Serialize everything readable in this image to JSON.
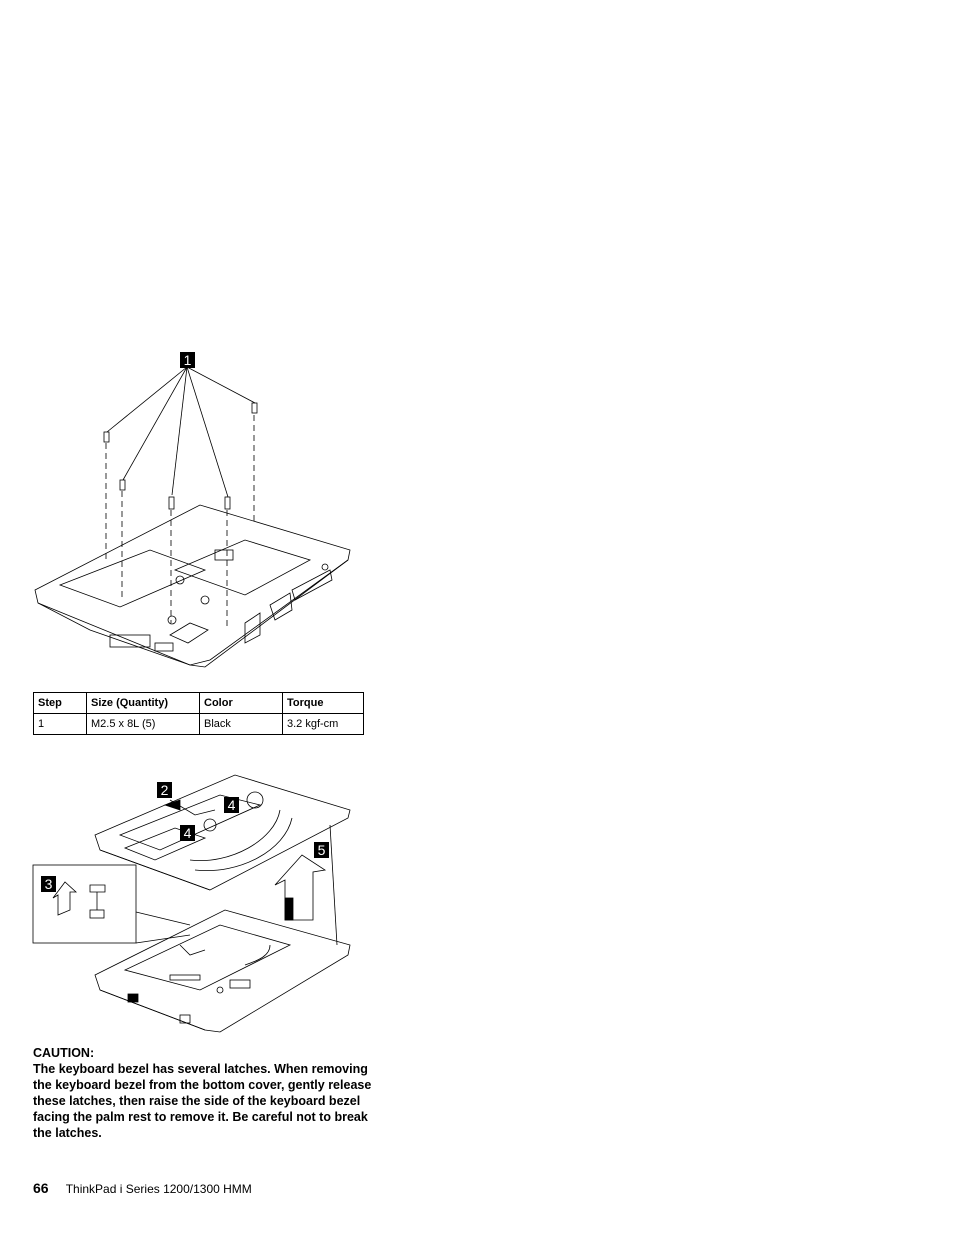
{
  "figure1": {
    "callout_1": "1"
  },
  "screw_table": {
    "headers": [
      "Step",
      "Size (Quantity)",
      "Color",
      "Torque"
    ],
    "rows": [
      [
        "1",
        "M2.5 x 8L (5)",
        "Black",
        "3.2 kgf-cm"
      ]
    ]
  },
  "figure2": {
    "callout_2": "2",
    "callout_3": "3",
    "callout_4a": "4",
    "callout_4b": "4",
    "callout_5": "5"
  },
  "caution": {
    "heading": "CAUTION:",
    "body": "The keyboard bezel has several latches. When removing the keyboard bezel from the bottom cover, gently release these latches, then raise the side of the keyboard bezel facing the palm rest to remove it. Be careful not to break the latches."
  },
  "footer": {
    "page_number": "66",
    "title": "ThinkPad i Series 1200/1300 HMM"
  }
}
